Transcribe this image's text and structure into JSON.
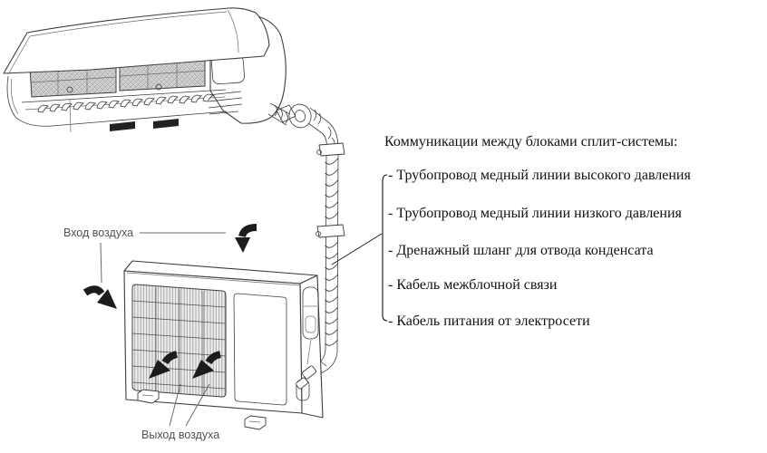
{
  "communications": {
    "title": "Коммуникации между блоками сплит-системы:",
    "items": [
      "- Трубопровод медный линии высокого давления",
      "- Трубопровод медный линии низкого давления",
      "- Дренажный шланг для отвода конденсата",
      "- Кабель межблочной связи",
      "- Кабель питания от электросети"
    ]
  },
  "labels": {
    "air_inlet": "Вход воздуха",
    "air_outlet": "Выход воздуха"
  },
  "colors": {
    "background": "#ffffff",
    "line_art": "#3d3d3d",
    "arrow_fill": "#1c1c1c",
    "list_text": "#111111",
    "label_text": "#515151"
  }
}
